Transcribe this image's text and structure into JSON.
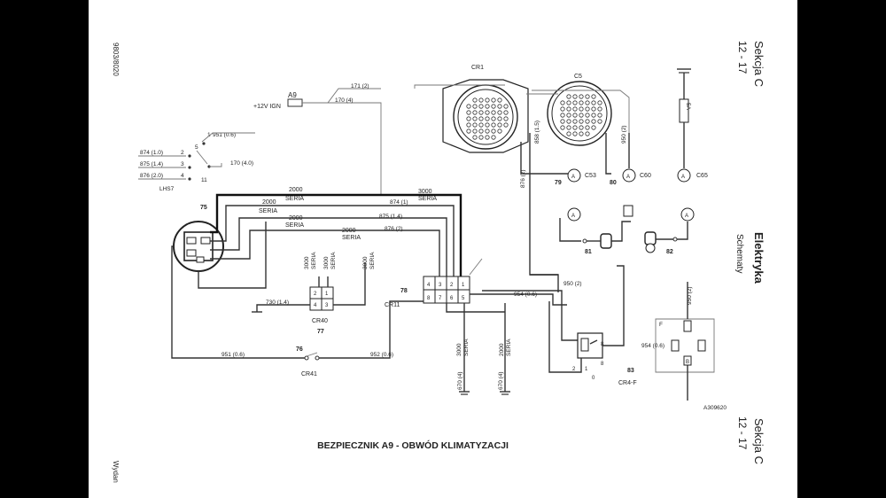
{
  "margin_left": {
    "doc_number": "9803/8020",
    "footer": "Wydan"
  },
  "margin_right": {
    "section_top": "Sekcja C",
    "page_top": "12 - 17",
    "chapter": "Elektryka",
    "subchapter": "Schematy",
    "section_bottom": "Sekcja C",
    "page_bottom": "12 - 17"
  },
  "diagram": {
    "caption": "BEZPIECZNIK A9 - OBWÓD KLIMATYZACJI",
    "figure_id": "A309620",
    "fuse": {
      "label": "A9",
      "supply": "+12V IGN",
      "wire_top": "171 (2)",
      "wire_bottom": "170 (4)"
    },
    "connectors": {
      "cr1": "CR1",
      "c5": "C5",
      "c53": "C53",
      "c60": "C60",
      "c65": "C65",
      "cr11": "CR11",
      "cr40": "CR40",
      "cr41": "CR41",
      "cr4f": "CR4-F"
    },
    "switch_wires": {
      "w951": "951 (0.6)",
      "w874": "874 (1.0)",
      "w875": "875 (1.4)",
      "w876": "876 (2.0)",
      "w170": "170 (4.0)",
      "marker": "LHS7"
    },
    "pins_sw": {
      "p1": "1",
      "p2": "2",
      "p3": "3",
      "p4": "4",
      "p5": "5",
      "p11": "11"
    },
    "numbers": {
      "n75": "75",
      "n76": "76",
      "n77": "77",
      "n78": "78",
      "n79": "79",
      "n80": "80",
      "n81": "81",
      "n82": "82",
      "n83": "83"
    },
    "series": {
      "s2000": "2000",
      "s3000": "3000",
      "seria": "SERIA"
    },
    "wires": {
      "w874": "874 (1)",
      "w875": "875 (1.4)",
      "w876": "876 (2)",
      "w730": "730 (1.4)",
      "w951": "951 (0.6)",
      "w952": "952 (0.6)",
      "w950": "950 (2)",
      "w954": "954 (0.6)",
      "w670a": "670 (4)",
      "w670b": "670 (4)",
      "w858": "858 (1.5)",
      "w950v": "950 (2)",
      "w876v": "876 (2)",
      "w954r": "954 (0.6)"
    },
    "relay": {
      "pins": [
        "1",
        "2",
        "5",
        "8"
      ],
      "f": "F"
    },
    "fuse_c65": "5A",
    "b_pin": "B"
  }
}
